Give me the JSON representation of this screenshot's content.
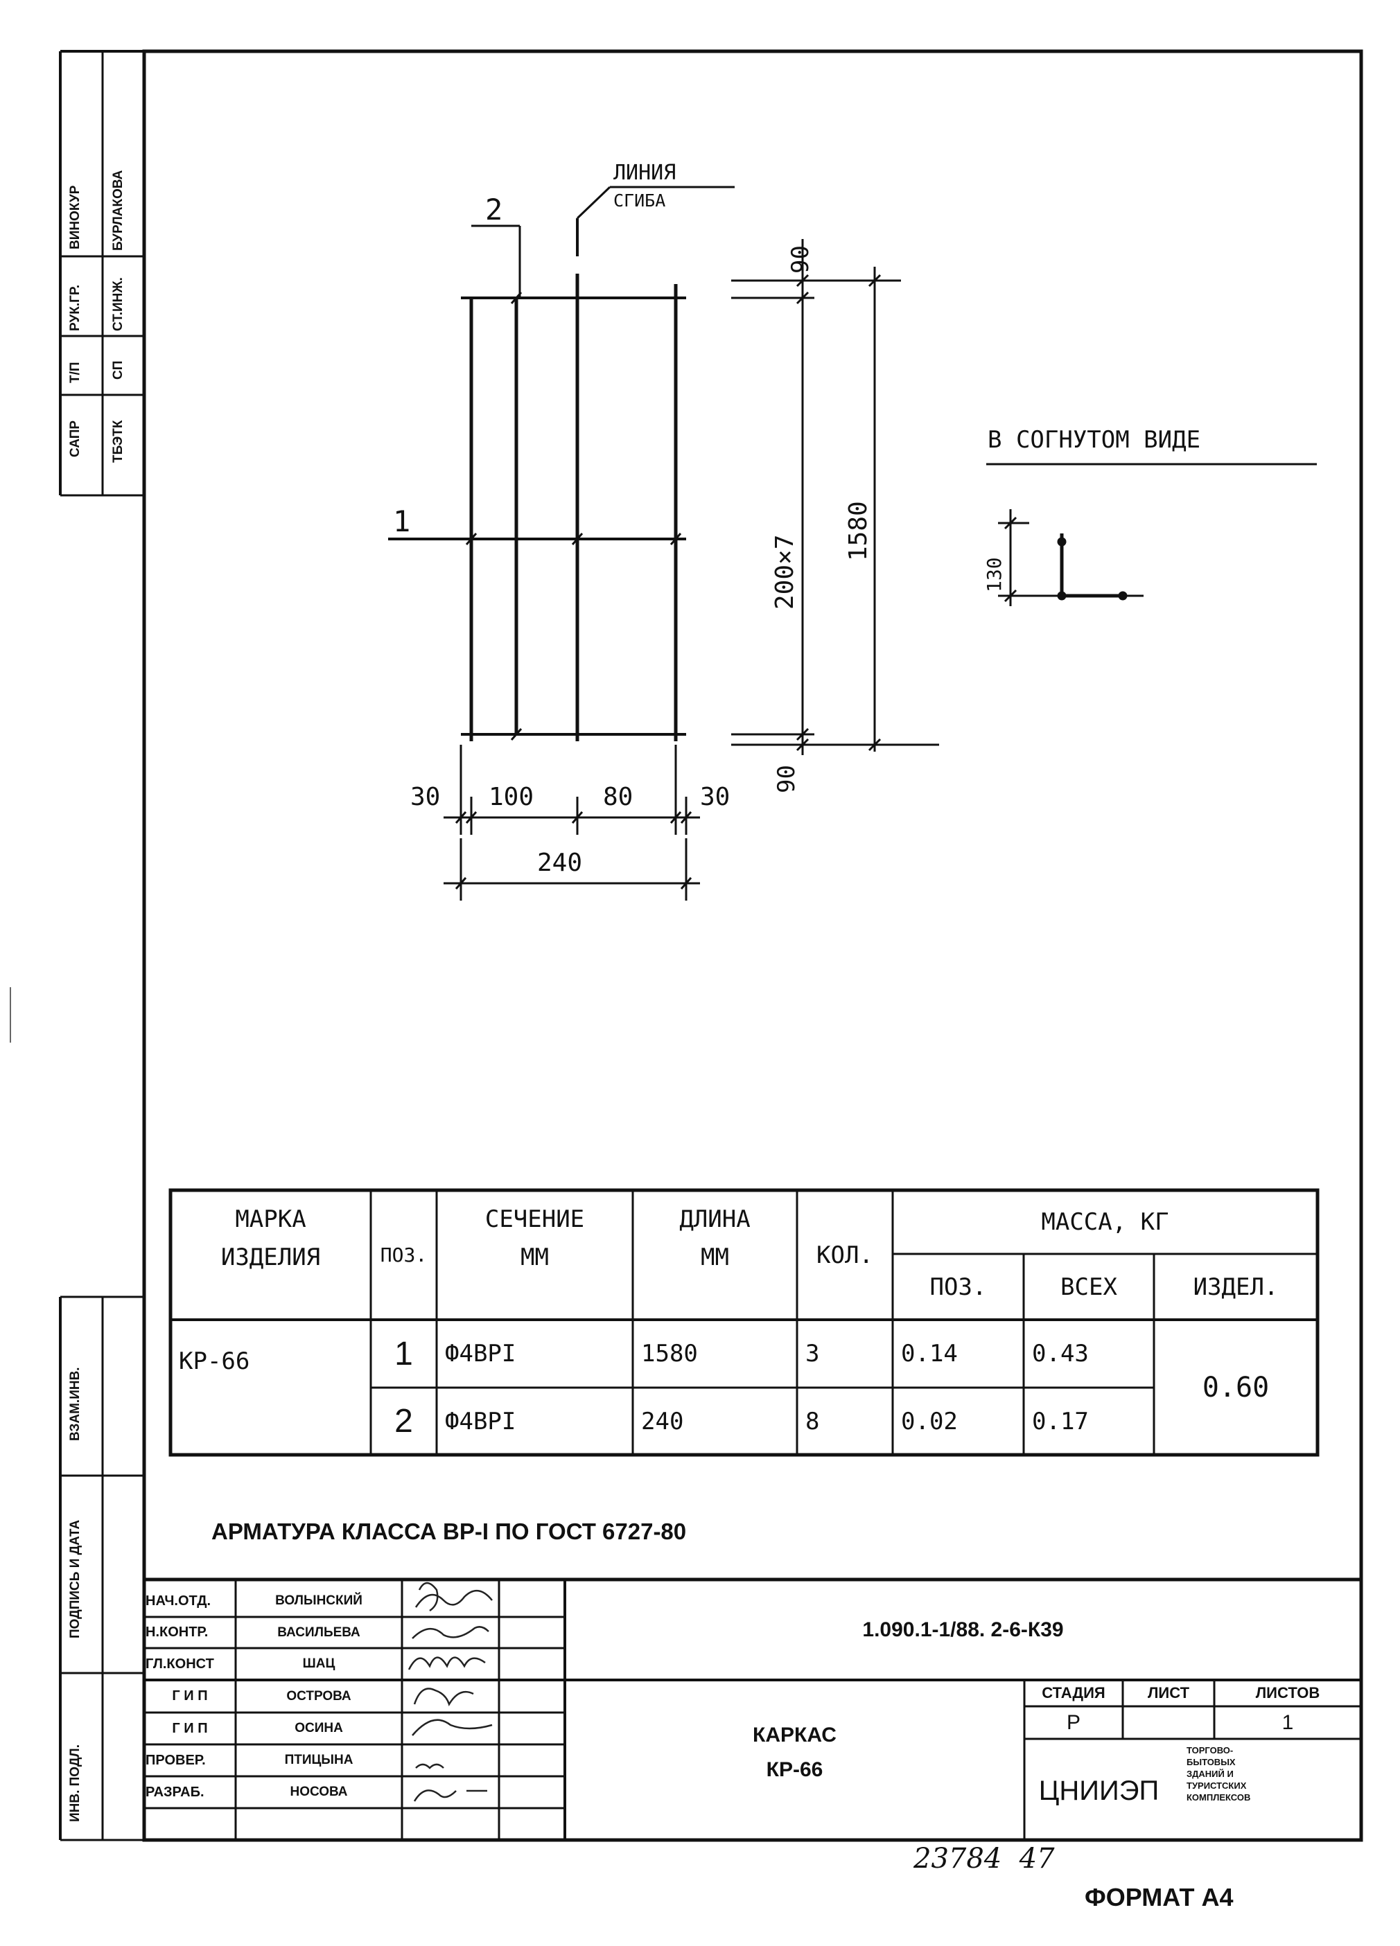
{
  "drawing": {
    "bend_line_label_1": "ЛИНИЯ",
    "bend_line_label_2": "СГИБА",
    "pos2": "2",
    "pos1": "1",
    "dim_30_left": "30",
    "dim_100": "100",
    "dim_80": "80",
    "dim_30_right": "30",
    "dim_240": "240",
    "dim_90_top": "90",
    "dim_90_bottom": "90",
    "dim_200x7": "200×7",
    "dim_1580": "1580",
    "bent_view_title": "В СОГНУТОМ ВИДЕ",
    "dim_130": "130"
  },
  "spec_table": {
    "headers": {
      "mark": [
        "МАРКА",
        "ИЗДЕЛИЯ"
      ],
      "pos": "ПОЗ.",
      "section": [
        "СЕЧЕНИЕ",
        "ММ"
      ],
      "length": [
        "ДЛИНА",
        "ММ"
      ],
      "qty": "КОЛ.",
      "mass": "МАССА, КГ",
      "mass_pos": "ПОЗ.",
      "mass_all": "ВСЕХ",
      "mass_item": "ИЗДЕЛ."
    },
    "mark": "КР-66",
    "item_mass": "0.60",
    "rows": [
      {
        "pos": "1",
        "section": "Ф4ВРI",
        "length": "1580",
        "qty": "3",
        "mass_pos": "0.14",
        "mass_all": "0.43"
      },
      {
        "pos": "2",
        "section": "Ф4ВРI",
        "length": "240",
        "qty": "8",
        "mass_pos": "0.02",
        "mass_all": "0.17"
      }
    ]
  },
  "note": "АРМАТУРА КЛАССА ВР-I ПО ГОСТ 6727-80",
  "title_block": {
    "code": "1.090.1-1/88. 2-6-К39",
    "roles": [
      {
        "role": "НАЧ.ОТД.",
        "name": "ВОЛЫНСКИЙ"
      },
      {
        "role": "Н.КОНТР.",
        "name": "ВАСИЛЬЕВА"
      },
      {
        "role": "ГЛ.КОНСТ",
        "name": "ШАЦ"
      },
      {
        "role": "Г И П",
        "name": "ОСТРОВА"
      },
      {
        "role": "Г И П",
        "name": "ОСИНА"
      },
      {
        "role": "ПРОВЕР.",
        "name": "ПТИЦЫНА"
      },
      {
        "role": "РАЗРАБ.",
        "name": "НОСОВА"
      }
    ],
    "title_1": "КАРКАС",
    "title_2": "КР-66",
    "stage_label": "СТАДИЯ",
    "sheet_label": "ЛИСТ",
    "sheets_label": "ЛИСТОВ",
    "stage": "Р",
    "sheet": "",
    "sheets": "1",
    "org": "ЦНИИЭП",
    "org_desc": [
      "ТОРГОВО-",
      "БЫТОВЫХ",
      "ЗДАНИЙ И",
      "ТУРИСТСКИХ",
      "КОМПЛЕКСОВ"
    ]
  },
  "side_stamp": {
    "top": [
      "ВИНОКУР",
      "БУРЛАКОВА",
      "РУК.ГР.",
      "СТ.ИНЖ.",
      "Т/П",
      "СП",
      "САПР",
      "ТБЭТК"
    ],
    "lower": [
      "ВЗАМ.ИНВ.",
      "ПОДПИСЬ И ДАТА",
      "ИНВ. ПОДЛ."
    ]
  },
  "handwritten": "23784  47",
  "format": "ФОРМАТ А4"
}
